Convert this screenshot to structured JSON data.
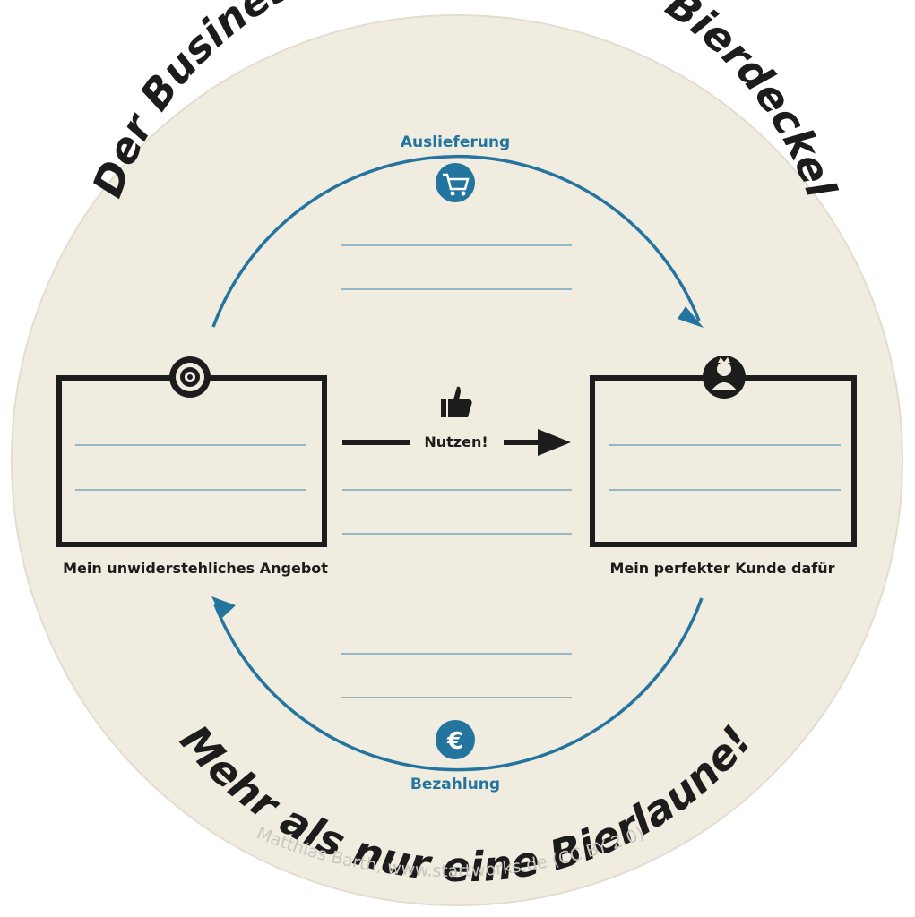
{
  "title_top": "Der Businessplan auf einem Bierdeckel",
  "title_bottom": "Mehr als nur eine Bierlaune!",
  "labels": {
    "delivery": "Auslieferung",
    "payment": "Bezahlung",
    "benefit": "Nutzen!",
    "offer": "Mein unwiderstehliches Angebot",
    "customer": "Mein perfekter Kunde dafür"
  },
  "credit": "Matthias Barth, www.startworks.de (CC BY 2.0)",
  "icons": {
    "delivery": "shopping-cart-icon",
    "payment": "euro-icon",
    "offer": "target-icon",
    "customer": "person-icon",
    "benefit": "thumbs-up-icon"
  },
  "colors": {
    "coaster": "#f0ece0",
    "accent": "#2474a0",
    "ink": "#1c1c1c"
  }
}
